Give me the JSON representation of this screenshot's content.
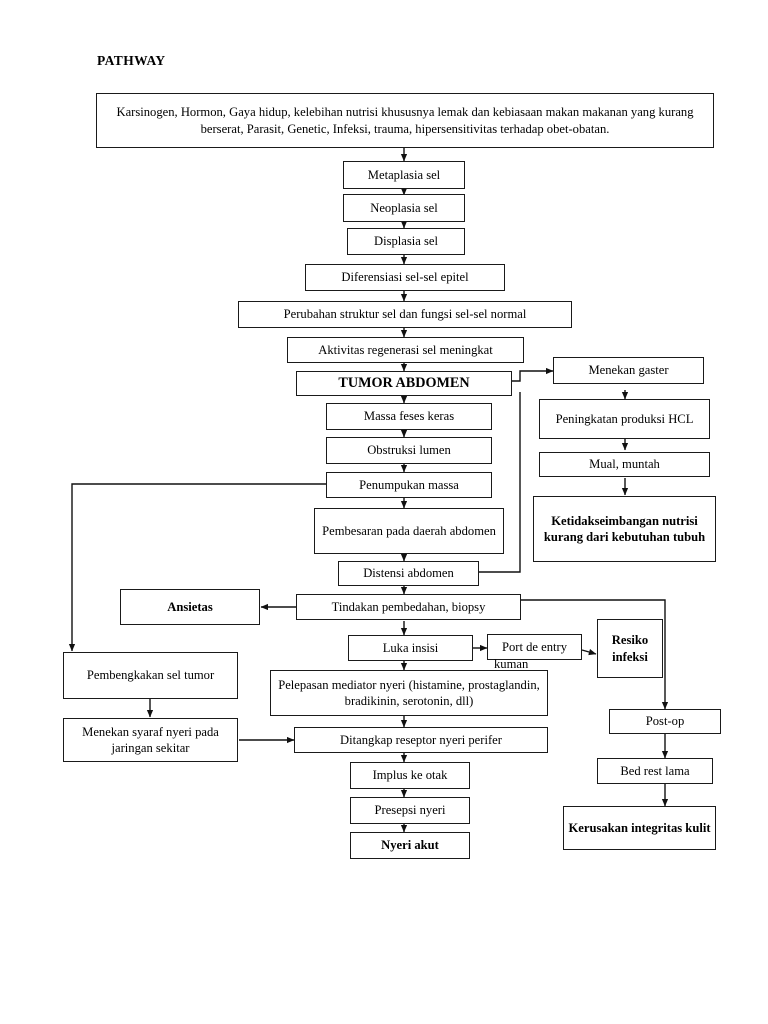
{
  "document": {
    "title": "PATHWAY",
    "background": "#ffffff",
    "line_color": "#1a1a1a"
  },
  "nodes": {
    "etiologi": "Karsinogen, Hormon, Gaya hidup, kelebihan nutrisi khususnya lemak dan kebiasaan makan makanan yang kurang berserat, Parasit, Genetic, Infeksi, trauma, hipersensitivitas terhadap obet-obatan.",
    "metaplasia": "Metaplasia sel",
    "neoplasia": "Neoplasia sel",
    "displasia": "Displasia sel",
    "diferensiasi": "Diferensiasi sel-sel epitel",
    "perubahan": "Perubahan struktur sel dan fungsi sel-sel normal",
    "aktivitas": "Aktivitas regenerasi sel meningkat",
    "tumor": "TUMOR ABDOMEN",
    "massa_feses": "Massa feses keras",
    "obstruksi": "Obstruksi lumen",
    "penumpukan": "Penumpukan massa",
    "pembesaran": "Pembesaran pada daerah abdomen",
    "distensi": "Distensi abdomen",
    "menekan_gaster": "Menekan gaster",
    "peningkatan_hcl": "Peningkatan produksi HCL",
    "mual": "Mual, muntah",
    "ketidakseimbangan": "Ketidakseimbangan nutrisi kurang dari kebutuhan tubuh",
    "ansietas": "Ansietas",
    "tindakan": "Tindakan pembedahan, biopsy",
    "luka_insisi": "Luka insisi",
    "port_de_entry": "Port de entry",
    "port_de_entry_overflow": "kuman",
    "resiko_infeksi": "Resiko infeksi",
    "pembengkakan": "Pembengkakan sel tumor",
    "menekan_syaraf": "Menekan syaraf nyeri pada jaringan sekitar",
    "pelepasan": "Pelepasan mediator nyeri (histamine, prostaglandin, bradikinin, serotonin, dll)",
    "ditangkap": "Ditangkap reseptor nyeri perifer",
    "implus": "Implus ke otak",
    "presepsi": "Presepsi nyeri",
    "nyeri_akut": "Nyeri akut",
    "post_op": "Post-op",
    "bed_rest": "Bed rest lama",
    "kerusakan": "Kerusakan integritas kulit"
  }
}
